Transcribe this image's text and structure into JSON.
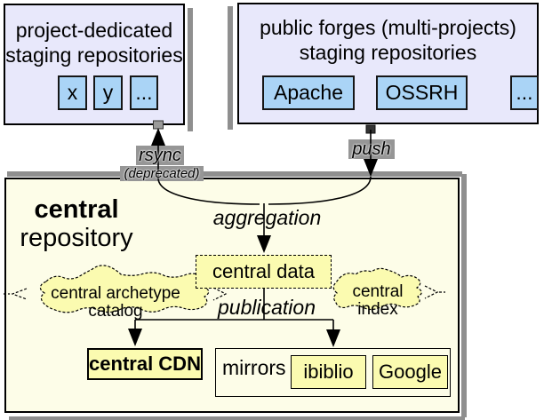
{
  "palette": {
    "staging_box_fill": "#e8e8fb",
    "staging_item_fill": "#aad4f6",
    "central_box_fill": "#fdfde8",
    "node_fill": "#fbfbb0",
    "shadow_gray": "#8f8f8f"
  },
  "staging_left": {
    "title_line1": "project-dedicated",
    "title_line2": "staging repositories",
    "items": [
      "x",
      "y",
      "..."
    ]
  },
  "staging_right": {
    "title_line1": "public forges (multi-projects)",
    "title_line2": "staging repositories",
    "items": [
      "Apache",
      "OSSRH",
      "..."
    ]
  },
  "flows": {
    "rsync": "rsync",
    "rsync_note": "(deprecated)",
    "push": "push",
    "aggregation": "aggregation",
    "publication": "publication"
  },
  "central": {
    "title_line1": "central",
    "title_line2": "repository",
    "data_node": "central data",
    "archetype_catalog": "central archetype catalog",
    "index": "central index",
    "cdn": "central CDN",
    "mirrors_label": "mirrors",
    "mirror_nodes": [
      "ibiblio",
      "Google"
    ]
  }
}
